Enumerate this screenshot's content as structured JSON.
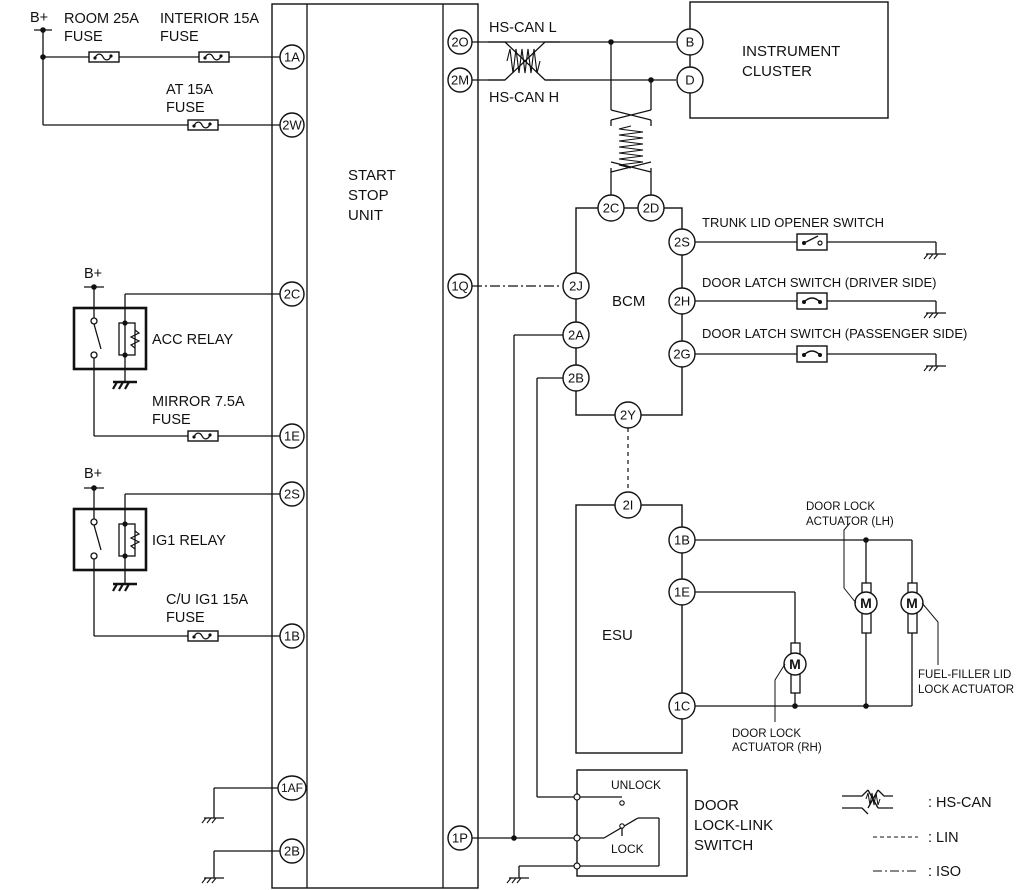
{
  "labels": {
    "bplus_top": "B+",
    "room_fuse": [
      "ROOM 25A",
      "FUSE"
    ],
    "interior_fuse": [
      "INTERIOR 15A",
      "FUSE"
    ],
    "at_fuse": [
      "AT 15A",
      "FUSE"
    ],
    "start_stop_unit": [
      "START",
      "STOP",
      "UNIT"
    ],
    "bplus_acc": "B+",
    "acc_relay": "ACC RELAY",
    "mirror_fuse": [
      "MIRROR 7.5A",
      "FUSE"
    ],
    "bplus_ig1": "B+",
    "ig1_relay": "IG1 RELAY",
    "cu_ig1_fuse": [
      "C/U IG1 15A",
      "FUSE"
    ],
    "hs_can_l": "HS-CAN L",
    "hs_can_h": "HS-CAN H",
    "instrument_cluster": [
      "INSTRUMENT",
      "CLUSTER"
    ],
    "bcm": "BCM",
    "trunk_switch": "TRUNK LID OPENER SWITCH",
    "door_latch_driver": "DOOR LATCH SWITCH (DRIVER SIDE)",
    "door_latch_passenger": "DOOR LATCH SWITCH (PASSENGER SIDE)",
    "esu": "ESU",
    "door_lock_lh": [
      "DOOR LOCK",
      "ACTUATOR (LH)"
    ],
    "door_lock_rh": [
      "DOOR LOCK",
      "ACTUATOR (RH)"
    ],
    "fuel_filler": [
      "FUEL-FILLER LID",
      "LOCK ACTUATOR"
    ],
    "unlock": "UNLOCK",
    "lock": "LOCK",
    "door_lock_link": [
      "DOOR",
      "LOCK-LINK",
      "SWITCH"
    ],
    "motor": "M"
  },
  "connectors": {
    "ssu_1a": "1A",
    "ssu_2w": "2W",
    "ssu_2c": "2C",
    "ssu_1e": "1E",
    "ssu_2s": "2S",
    "ssu_1b": "1B",
    "ssu_1af": "1AF",
    "ssu_2b": "2B",
    "ssu_2o": "2O",
    "ssu_2m": "2M",
    "ssu_1q": "1Q",
    "ssu_1p": "1P",
    "ic_b": "B",
    "ic_d": "D",
    "bcm_2c": "2C",
    "bcm_2d": "2D",
    "bcm_2j": "2J",
    "bcm_2a": "2A",
    "bcm_2b": "2B",
    "bcm_2y": "2Y",
    "bcm_2s": "2S",
    "bcm_2h": "2H",
    "bcm_2g": "2G",
    "esu_2i": "2I",
    "esu_1b": "1B",
    "esu_1e": "1E",
    "esu_1c": "1C"
  },
  "legend": {
    "hs_can": ": HS-CAN",
    "lin": ": LIN",
    "iso": ": ISO"
  }
}
